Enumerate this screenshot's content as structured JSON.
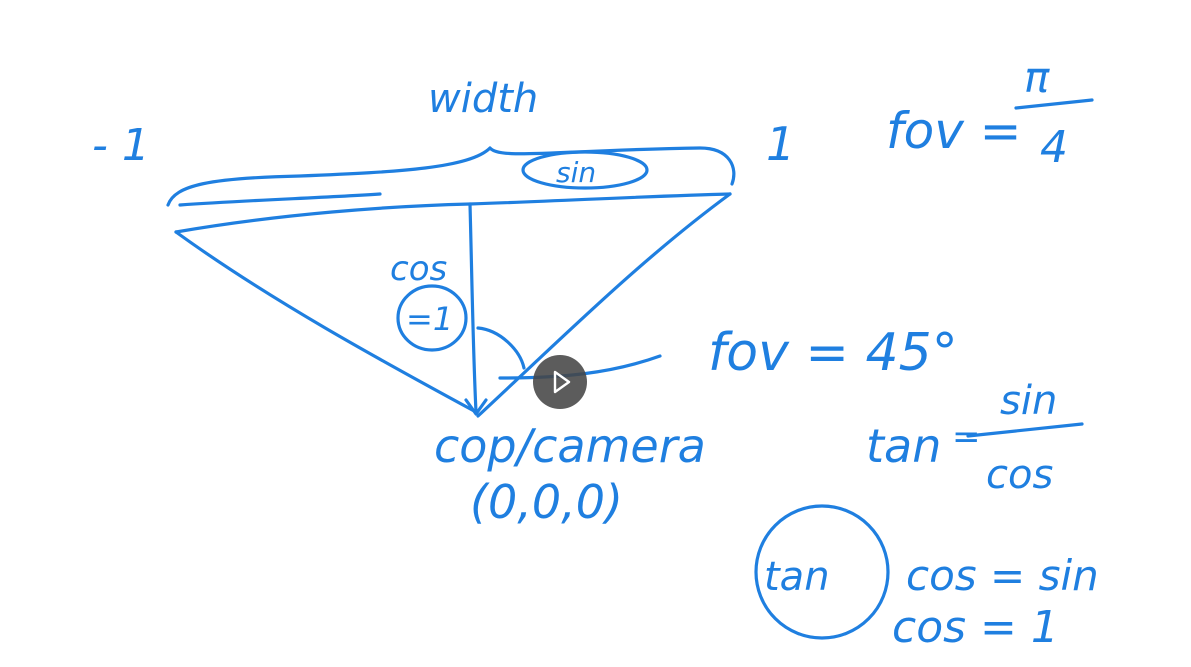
{
  "ink_color": "#1f7fe0",
  "player": {
    "play_icon": "play-icon",
    "overlay_color": "#464646"
  },
  "labels": {
    "width": "width",
    "minus_one": "- 1",
    "plus_one": "1",
    "sin_top": "sin",
    "cos_side": "cos",
    "cos_value": "=1",
    "fov_pi": "fov =",
    "pi": "π",
    "four": "4",
    "fov_deg": "fov = 45°",
    "camera": "cop/camera",
    "origin": "(0,0,0)",
    "tan": "tan",
    "tan_eq": "=",
    "tan_num": "sin",
    "tan_den": "cos",
    "tan_circled": "tan",
    "eq1_rest": "cos = sin",
    "eq2": "cos = 1"
  }
}
